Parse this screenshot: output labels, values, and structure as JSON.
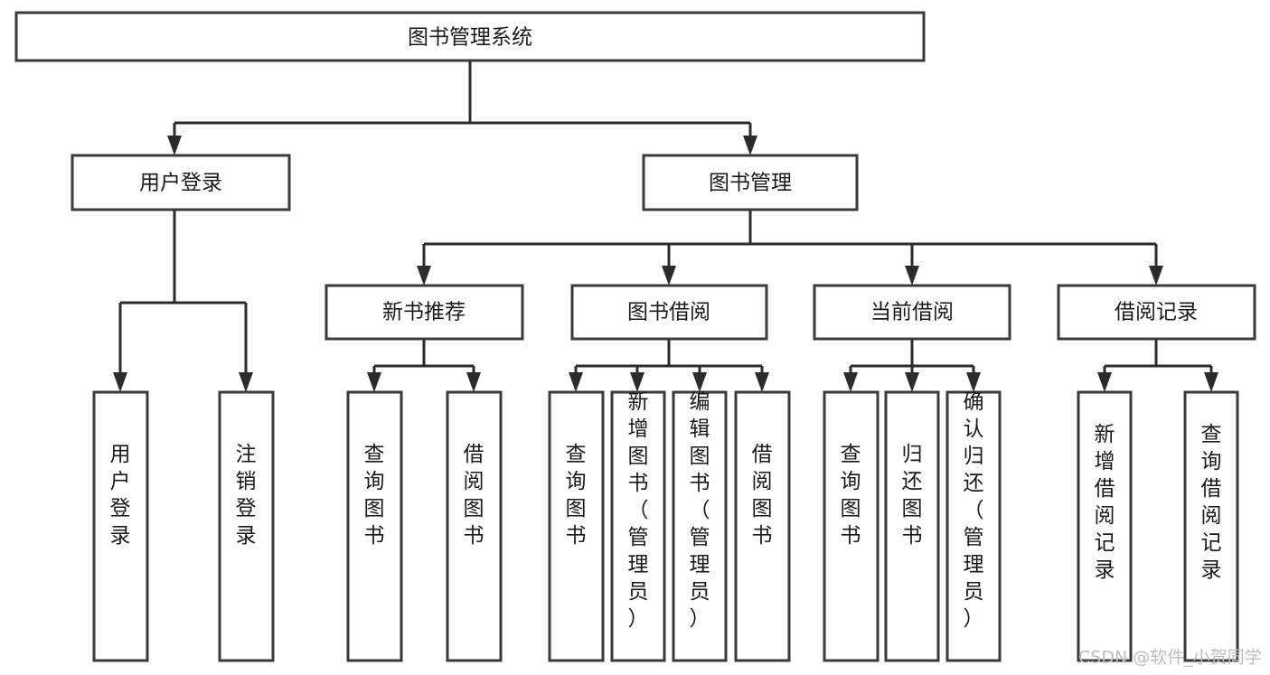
{
  "diagram": {
    "type": "tree-hierarchy-chart",
    "title": "图书管理系统",
    "colors": {
      "box_fill": "#ffffff",
      "box_stroke": "#3a3a3a",
      "connector": "#2b2b2b",
      "text": "#1a1a1a",
      "watermark": "#bdbdbd",
      "background": "#ffffff"
    },
    "root": {
      "id": "root",
      "label": "图书管理系统"
    },
    "level2": [
      {
        "id": "user-login",
        "label": "用户登录"
      },
      {
        "id": "book-management",
        "label": "图书管理"
      }
    ],
    "level3": [
      {
        "id": "new-book-recommend",
        "label": "新书推荐",
        "parent": "book-management"
      },
      {
        "id": "book-borrow",
        "label": "图书借阅",
        "parent": "book-management"
      },
      {
        "id": "current-borrow",
        "label": "当前借阅",
        "parent": "book-management"
      },
      {
        "id": "borrow-record",
        "label": "借阅记录",
        "parent": "book-management"
      }
    ],
    "leaves": [
      {
        "id": "leaf-user-login",
        "label": "用户登录",
        "parent": "user-login"
      },
      {
        "id": "leaf-logout-login",
        "label": "注销登录",
        "parent": "user-login"
      },
      {
        "id": "leaf-query-book-1",
        "label": "查询图书",
        "parent": "new-book-recommend"
      },
      {
        "id": "leaf-borrow-book-1",
        "label": "借阅图书",
        "parent": "new-book-recommend"
      },
      {
        "id": "leaf-query-book-2",
        "label": "查询图书",
        "parent": "book-borrow"
      },
      {
        "id": "leaf-add-book",
        "label": "新增图书（管理员）",
        "parent": "book-borrow"
      },
      {
        "id": "leaf-edit-book",
        "label": "编辑图书（管理员）",
        "parent": "book-borrow"
      },
      {
        "id": "leaf-borrow-book-2",
        "label": "借阅图书",
        "parent": "book-borrow"
      },
      {
        "id": "leaf-query-book-3",
        "label": "查询图书",
        "parent": "current-borrow"
      },
      {
        "id": "leaf-return-book",
        "label": "归还图书",
        "parent": "current-borrow"
      },
      {
        "id": "leaf-confirm-return",
        "label": "确认归还（管理员）",
        "parent": "current-borrow"
      },
      {
        "id": "leaf-add-record",
        "label": "新增借阅记录",
        "parent": "borrow-record"
      },
      {
        "id": "leaf-query-record",
        "label": "查询借阅记录",
        "parent": "borrow-record"
      }
    ]
  },
  "watermark": {
    "label": "CSDN @软件_小贺同学"
  }
}
